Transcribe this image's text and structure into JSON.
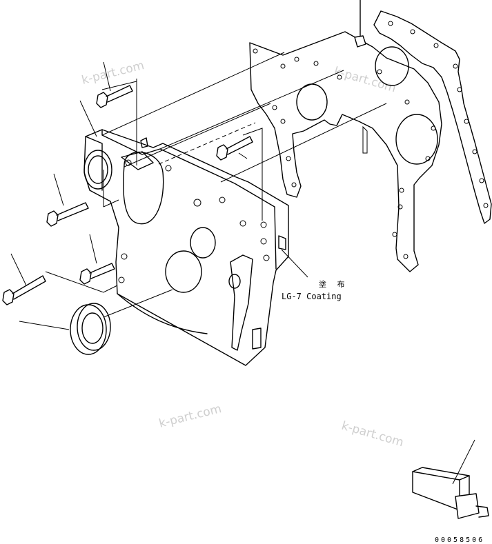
{
  "watermark": "k-part.com",
  "annotation": {
    "coating_jp": "塗 布",
    "coating_en": "LG-7 Coating"
  },
  "drawing_code": "00058506"
}
